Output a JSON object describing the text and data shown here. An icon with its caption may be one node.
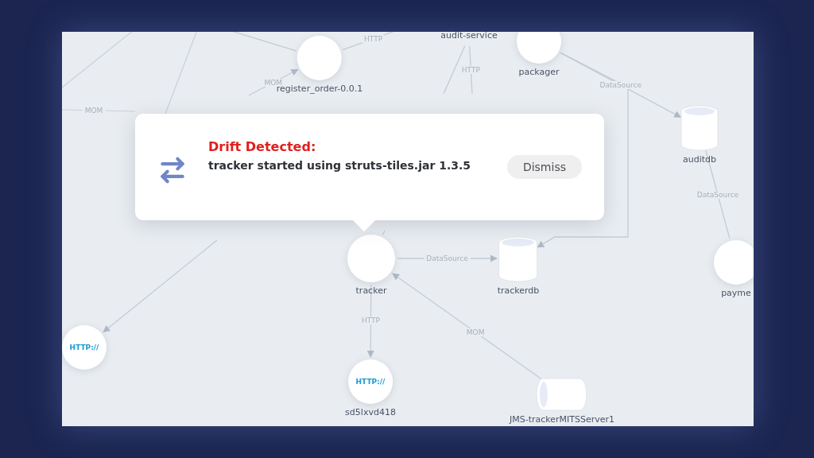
{
  "diagram": {
    "nodes": [
      {
        "text": [
          "register_order-0.0.1"
        ]
      },
      {
        "text": [
          "audit-service"
        ]
      },
      {
        "text": [
          "packager"
        ]
      },
      {
        "text": [
          "auditdb"
        ]
      },
      {
        "text": [
          "tracker"
        ]
      },
      {
        "text": [
          "trackerdb"
        ]
      },
      {
        "text": [
          "HTTP://"
        ]
      },
      {
        "text": [
          "HTTP://",
          "sd5lxvd418"
        ]
      },
      {
        "text": [
          "JMS-trackerMITSServer1"
        ]
      },
      {
        "text": [
          "payme"
        ]
      },
      {
        "text": [
          "Drift Detected:",
          "tracker started using struts-tiles.jar 1.3.5",
          "Dismiss"
        ]
      }
    ],
    "edges": [
      {
        "from": 4,
        "to": 5,
        "label": "DataSource",
        "arrow": "to"
      },
      {
        "from": 4,
        "to": 7,
        "label": "HTTP",
        "arrow": "to"
      },
      {
        "from": 8,
        "to": 4,
        "label": "MOM",
        "arrow": "to"
      },
      {
        "from": 2,
        "to": 3,
        "label": "DataSource",
        "arrow": "to"
      },
      {
        "from": 3,
        "to": 9,
        "label": "DataSource",
        "arrow": "none"
      },
      {
        "from": null,
        "to": 6,
        "arrow": "to"
      },
      {
        "from": null,
        "to": 0,
        "label": "MOM",
        "arrow": "to"
      },
      {
        "from": 2,
        "to": 5,
        "arrow": "to"
      },
      {
        "from": 1,
        "to": null,
        "arrow": "none"
      },
      {
        "from": null,
        "to": 4,
        "arrow": "none"
      },
      {
        "from": 1,
        "to": null,
        "label": "HTTP",
        "arrow": "none"
      },
      {
        "from": 0,
        "to": null,
        "label": "HTTP",
        "arrow": "none"
      },
      {
        "from": null,
        "to": 0,
        "arrow": "none"
      }
    ],
    "labels": [
      "MOM"
    ]
  }
}
